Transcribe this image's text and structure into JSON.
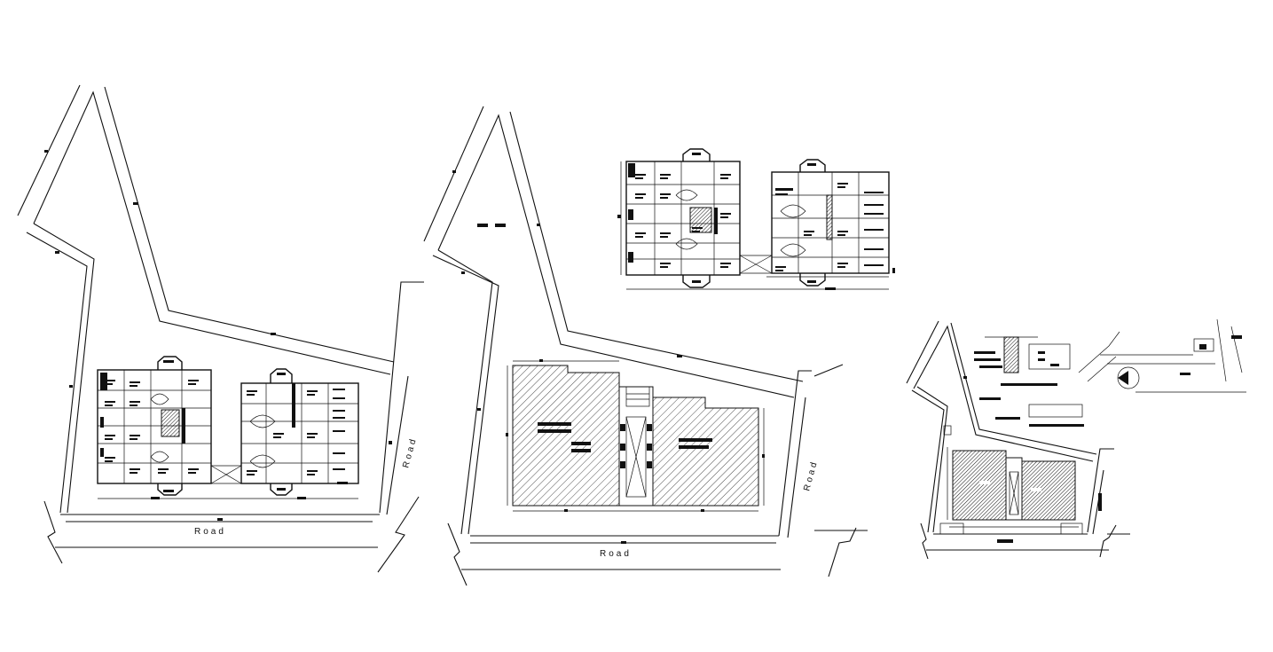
{
  "drawing": {
    "background": "#ffffff",
    "line_color": "#111111"
  },
  "labels": {
    "road_bottom_1": "Road",
    "road_side_1": "Road",
    "road_bottom_2": "Road",
    "road_side_2": "Road"
  }
}
